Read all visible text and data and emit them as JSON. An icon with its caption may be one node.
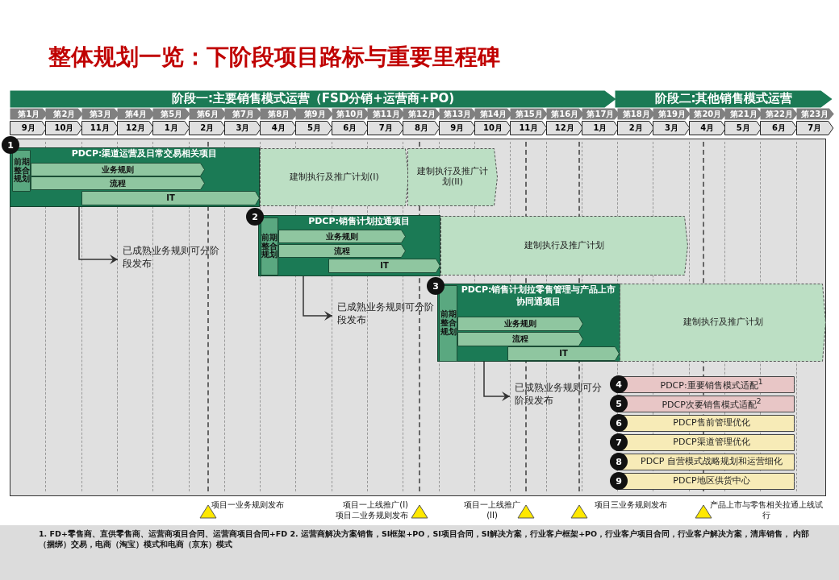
{
  "diagram": {
    "title": "整体规划一览：下阶段项目路标与重要里程碑",
    "nodes": [
      {
        "text": [
          "阶段一:主要销售模式运营（FSD分销+运营商+PO)"
        ]
      },
      {
        "text": [
          "阶段二:其他销售模式运营"
        ]
      },
      {
        "text": [
          "第1月"
        ]
      },
      {
        "text": [
          "第2月"
        ]
      },
      {
        "text": [
          "第3月"
        ]
      },
      {
        "text": [
          "第4月"
        ]
      },
      {
        "text": [
          "第5月"
        ]
      },
      {
        "text": [
          "第6月"
        ]
      },
      {
        "text": [
          "第7月"
        ]
      },
      {
        "text": [
          "第8月"
        ]
      },
      {
        "text": [
          "第9月"
        ]
      },
      {
        "text": [
          "第10月"
        ]
      },
      {
        "text": [
          "第11月"
        ]
      },
      {
        "text": [
          "第12月"
        ]
      },
      {
        "text": [
          "第13月"
        ]
      },
      {
        "text": [
          "第14月"
        ]
      },
      {
        "text": [
          "第15月"
        ]
      },
      {
        "text": [
          "第16月"
        ]
      },
      {
        "text": [
          "第17月"
        ]
      },
      {
        "text": [
          "第18月"
        ]
      },
      {
        "text": [
          "第19月"
        ]
      },
      {
        "text": [
          "第20月"
        ]
      },
      {
        "text": [
          "第21月"
        ]
      },
      {
        "text": [
          "第22月"
        ]
      },
      {
        "text": [
          "第23月"
        ]
      },
      {
        "text": [
          "9月"
        ]
      },
      {
        "text": [
          "10月"
        ]
      },
      {
        "text": [
          "11月"
        ]
      },
      {
        "text": [
          "12月"
        ]
      },
      {
        "text": [
          "1月"
        ]
      },
      {
        "text": [
          "2月"
        ]
      },
      {
        "text": [
          "3月"
        ]
      },
      {
        "text": [
          "4月"
        ]
      },
      {
        "text": [
          "5月"
        ]
      },
      {
        "text": [
          "6月"
        ]
      },
      {
        "text": [
          "7月"
        ]
      },
      {
        "text": [
          "8月"
        ]
      },
      {
        "text": [
          "9月"
        ]
      },
      {
        "text": [
          "10月"
        ]
      },
      {
        "text": [
          "11月"
        ]
      },
      {
        "text": [
          "12月"
        ]
      },
      {
        "text": [
          "1月"
        ]
      },
      {
        "text": [
          "2月"
        ]
      },
      {
        "text": [
          "3月"
        ]
      },
      {
        "text": [
          "4月"
        ]
      },
      {
        "text": [
          "5月"
        ]
      },
      {
        "text": [
          "6月"
        ]
      },
      {
        "text": [
          "7月"
        ]
      },
      {
        "text": [
          "1"
        ]
      },
      {
        "text": [
          "PDCP:渠道运营及日常交易相关项目"
        ]
      },
      {
        "text": [
          "前期整合规划"
        ],
        "in": 49
      },
      {
        "text": [
          "业务规则"
        ],
        "in": 49
      },
      {
        "text": [
          "流程"
        ],
        "in": 49
      },
      {
        "text": [
          "IT"
        ],
        "in": 49
      },
      {
        "text": [
          "建制执行及推广计划(I)"
        ]
      },
      {
        "text": [
          "建制执行及推广计划(II)"
        ]
      },
      {
        "text": [
          "已成熟业务规则可分阶段发布"
        ]
      },
      {
        "text": [
          "2"
        ]
      },
      {
        "text": [
          "PDCP:销售计划拉通项目"
        ]
      },
      {
        "text": [
          "前期整合规划"
        ],
        "in": 58
      },
      {
        "text": [
          "业务规则"
        ],
        "in": 58
      },
      {
        "text": [
          "流程"
        ],
        "in": 58
      },
      {
        "text": [
          "IT"
        ],
        "in": 58
      },
      {
        "text": [
          "建制执行及推广计划"
        ]
      },
      {
        "text": [
          "已成熟业务规则可分阶段发布"
        ]
      },
      {
        "text": [
          "3"
        ]
      },
      {
        "text": [
          "PDCP:销售计划拉零售管理与产品上市协同通项目"
        ]
      },
      {
        "text": [
          "前期整合规划"
        ],
        "in": 66
      },
      {
        "text": [
          "业务规则"
        ],
        "in": 66
      },
      {
        "text": [
          "流程"
        ],
        "in": 66
      },
      {
        "text": [
          "IT"
        ],
        "in": 66
      },
      {
        "text": [
          "建制执行及推广计划"
        ]
      },
      {
        "text": [
          "已成熟业务规则可分阶段发布"
        ]
      },
      {
        "text": [
          "4"
        ]
      },
      {
        "text": [
          "PDCP:重要销售模式适配$^{1}$"
        ]
      },
      {
        "text": [
          "5"
        ]
      },
      {
        "text": [
          "PDCP次要销售模式适配$^{2}$"
        ]
      },
      {
        "text": [
          "6"
        ]
      },
      {
        "text": [
          "PDCP售前管理优化"
        ]
      },
      {
        "text": [
          "7"
        ]
      },
      {
        "text": [
          "PDCP渠道管理优化"
        ]
      },
      {
        "text": [
          "8"
        ]
      },
      {
        "text": [
          "PDCP 自营模式战略规划和运营细化"
        ]
      },
      {
        "text": [
          "9"
        ]
      },
      {
        "text": [
          "PDCP地区供货中心"
        ]
      },
      {
        "text": [],
        "shape": "triangle",
        "beside": [
          "项目一业务规则发布"
        ]
      },
      {
        "text": [],
        "shape": "triangle",
        "beside": [
          "项目一上线推广(I)",
          "项目二业务规则发布"
        ]
      },
      {
        "text": [],
        "shape": "triangle",
        "beside": [
          "项目一上线推广(II)"
        ]
      },
      {
        "text": [],
        "shape": "triangle",
        "beside": [
          "项目三业务规则发布"
        ]
      },
      {
        "text": [],
        "shape": "triangle",
        "beside": [
          "产品上市与零售相关拉通上线试行"
        ]
      }
    ],
    "edges": [
      {
        "from": 49,
        "to": 56,
        "arrow": "to"
      },
      {
        "from": 58,
        "to": 64,
        "arrow": "to"
      },
      {
        "from": 66,
        "to": 72,
        "arrow": "to"
      }
    ],
    "labels": [
      "1. FD+零售商、直供零售商、运营商项目合同、运营商项目合同+FD 2. 运营商解决方案销售，SI框架+PO，SI项目合同，SI解决方案，行业客户框架+PO，行业客户项目合同，行业客户解决方案，清库销售， 内部（捆绑）交易，电商（淘宝）模式和电商（京东）模式"
    ]
  }
}
